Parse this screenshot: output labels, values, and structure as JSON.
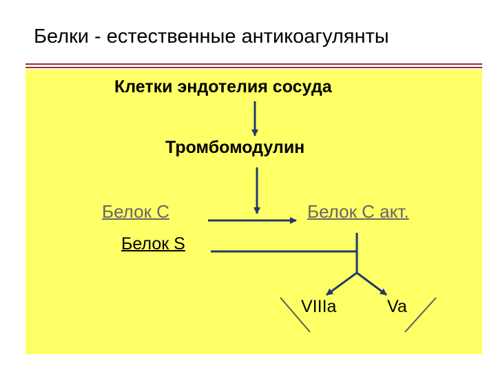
{
  "title": "Белки - естественные антикоагулянты",
  "nodes": {
    "endothelium": "Клетки эндотелия сосуда",
    "thrombomodulin": "Тромбомодулин",
    "protein_c": "Белок С",
    "protein_c_active": "Белок С акт.",
    "protein_s": "Белок S",
    "factor_viiia": "VIIIa",
    "factor_va": "Va"
  },
  "colors": {
    "panel": "#ffff66",
    "arrow": "#1f3a6e",
    "rule": "#9e2a2a",
    "muted_text": "#666666"
  }
}
